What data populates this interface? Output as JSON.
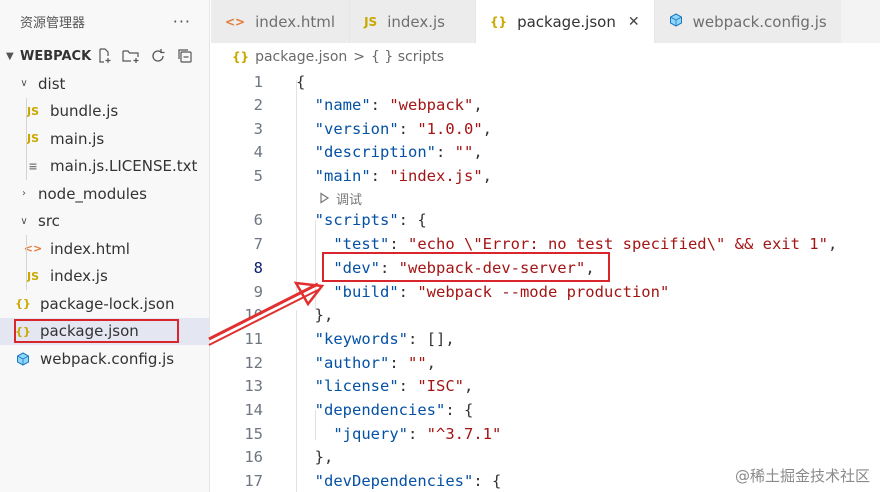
{
  "explorer": {
    "title": "资源管理器",
    "more": "···",
    "section": "WEBPACK",
    "tree": [
      {
        "label": "dist",
        "kind": "folder-open",
        "depth": 0
      },
      {
        "label": "bundle.js",
        "kind": "js",
        "depth": 1
      },
      {
        "label": "main.js",
        "kind": "js",
        "depth": 1
      },
      {
        "label": "main.js.LICENSE.txt",
        "kind": "txt",
        "depth": 1
      },
      {
        "label": "node_modules",
        "kind": "folder-closed",
        "depth": 0
      },
      {
        "label": "src",
        "kind": "folder-open",
        "depth": 0
      },
      {
        "label": "index.html",
        "kind": "html",
        "depth": 1
      },
      {
        "label": "index.js",
        "kind": "js",
        "depth": 1
      },
      {
        "label": "package-lock.json",
        "kind": "json",
        "depth": 0
      },
      {
        "label": "package.json",
        "kind": "json",
        "depth": 0,
        "selected": true
      },
      {
        "label": "webpack.config.js",
        "kind": "webpack",
        "depth": 0
      }
    ]
  },
  "tabs": [
    {
      "label": "index.html",
      "icon": "<>",
      "active": false
    },
    {
      "label": "index.js",
      "icon": "JS",
      "active": false
    },
    {
      "label": "package.json",
      "icon": "{}",
      "active": true
    },
    {
      "label": "webpack.config.js",
      "icon": "cube",
      "active": false
    }
  ],
  "tab_close": "✕",
  "breadcrumb": {
    "file": "package.json",
    "sep": ">",
    "symbol": "{ } scripts"
  },
  "codelens": {
    "label": "调试"
  },
  "editor": {
    "current_line": 8,
    "lines": [
      {
        "n": "1",
        "text": "{"
      },
      {
        "n": "2",
        "text": "  \"name\": \"webpack\","
      },
      {
        "n": "3",
        "text": "  \"version\": \"1.0.0\","
      },
      {
        "n": "4",
        "text": "  \"description\": \"\","
      },
      {
        "n": "5",
        "text": "  \"main\": \"index.js\","
      },
      {
        "n": "6",
        "text": "  \"scripts\": {"
      },
      {
        "n": "7",
        "text": "    \"test\": \"echo \\\"Error: no test specified\\\" && exit 1\","
      },
      {
        "n": "8",
        "text": "    \"dev\": \"webpack-dev-server\","
      },
      {
        "n": "9",
        "text": "    \"build\": \"webpack --mode production\""
      },
      {
        "n": "10",
        "text": "  },"
      },
      {
        "n": "11",
        "text": "  \"keywords\": [],"
      },
      {
        "n": "12",
        "text": "  \"author\": \"\","
      },
      {
        "n": "13",
        "text": "  \"license\": \"ISC\","
      },
      {
        "n": "14",
        "text": "  \"dependencies\": {"
      },
      {
        "n": "15",
        "text": "    \"jquery\": \"^3.7.1\""
      },
      {
        "n": "16",
        "text": "  },"
      },
      {
        "n": "17",
        "text": "  \"devDependencies\": {"
      }
    ]
  },
  "watermark": "@稀土掘金技术社区",
  "colors": {
    "highlight": "#d9262c",
    "key": "#0451a5",
    "string": "#a31515"
  }
}
